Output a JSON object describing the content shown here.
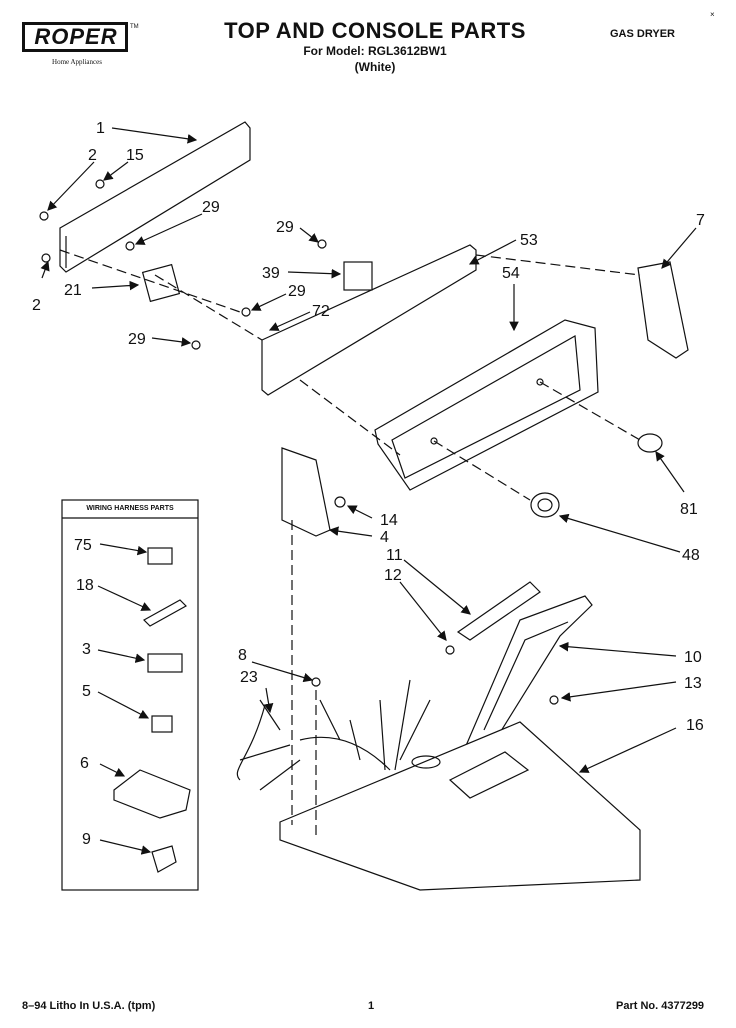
{
  "header": {
    "brand": "ROPER",
    "brand_sub": "Home Appliances",
    "trademark": "TM",
    "title": "TOP AND CONSOLE PARTS",
    "model_line": "For Model: RGL3612BW1",
    "variant": "(White)",
    "appliance": "GAS DRYER",
    "corner_mark": "×"
  },
  "footer": {
    "left": "8–94 Litho In U.S.A. (tpm)",
    "center": "1",
    "right": "Part No. 4377299"
  },
  "wiring_box": {
    "title": "WIRING HARNESS PARTS"
  },
  "callouts": [
    "1",
    "2",
    "15",
    "29",
    "2",
    "21",
    "29",
    "39",
    "29",
    "72",
    "29",
    "53",
    "54",
    "7",
    "81",
    "48",
    "14",
    "4",
    "11",
    "12",
    "8",
    "23",
    "10",
    "13",
    "16",
    "75",
    "18",
    "3",
    "5",
    "6",
    "9"
  ]
}
